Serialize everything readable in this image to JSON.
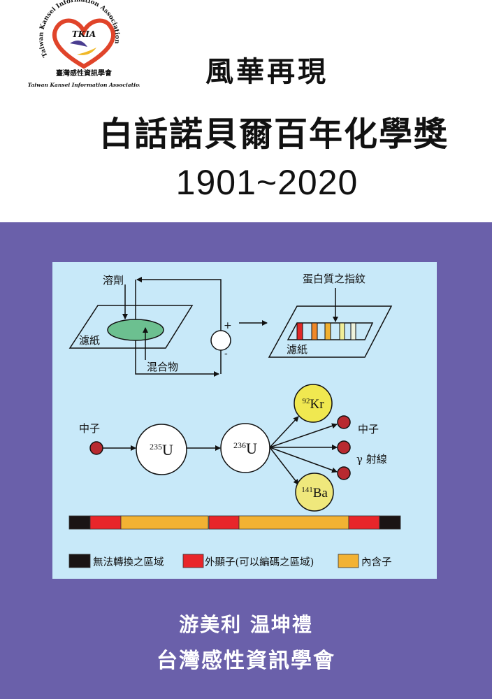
{
  "logo": {
    "acronym": "TKIA",
    "ring_text": "Taiwan Kansei Information Association",
    "chinese_name": "臺灣感性資訊學會",
    "caption": "Taiwan Kansei Information Association"
  },
  "title": {
    "line1": "風華再現",
    "line2": "白話諾貝爾百年化學獎",
    "line3": "1901~2020"
  },
  "diagram": {
    "electrophoresis": {
      "solvent": "溶劑",
      "filter_paper": "濾紙",
      "mixture": "混合物",
      "plus": "+",
      "minus": "-",
      "fingerprint": "蛋白質之指紋",
      "filter_paper_result": "濾紙"
    },
    "fission": {
      "neutron_in": "中子",
      "u235_mass": "235",
      "u235_sym": "U",
      "u236_mass": "236",
      "u236_sym": "U",
      "kr_mass": "92",
      "kr_sym": "Kr",
      "ba_mass": "141",
      "ba_sym": "Ba",
      "neutron_out": "中子",
      "gamma": "γ 射線"
    },
    "gene_legend": [
      {
        "label": "無法轉換之區域",
        "color": "#1a1414"
      },
      {
        "label": "外顯子(可以編碼之區域)",
        "color": "#e8262a"
      },
      {
        "label": "內含子",
        "color": "#f2b233"
      }
    ]
  },
  "authors": {
    "names": "游美利 温坤禮",
    "publisher": "台灣感性資訊學會"
  }
}
